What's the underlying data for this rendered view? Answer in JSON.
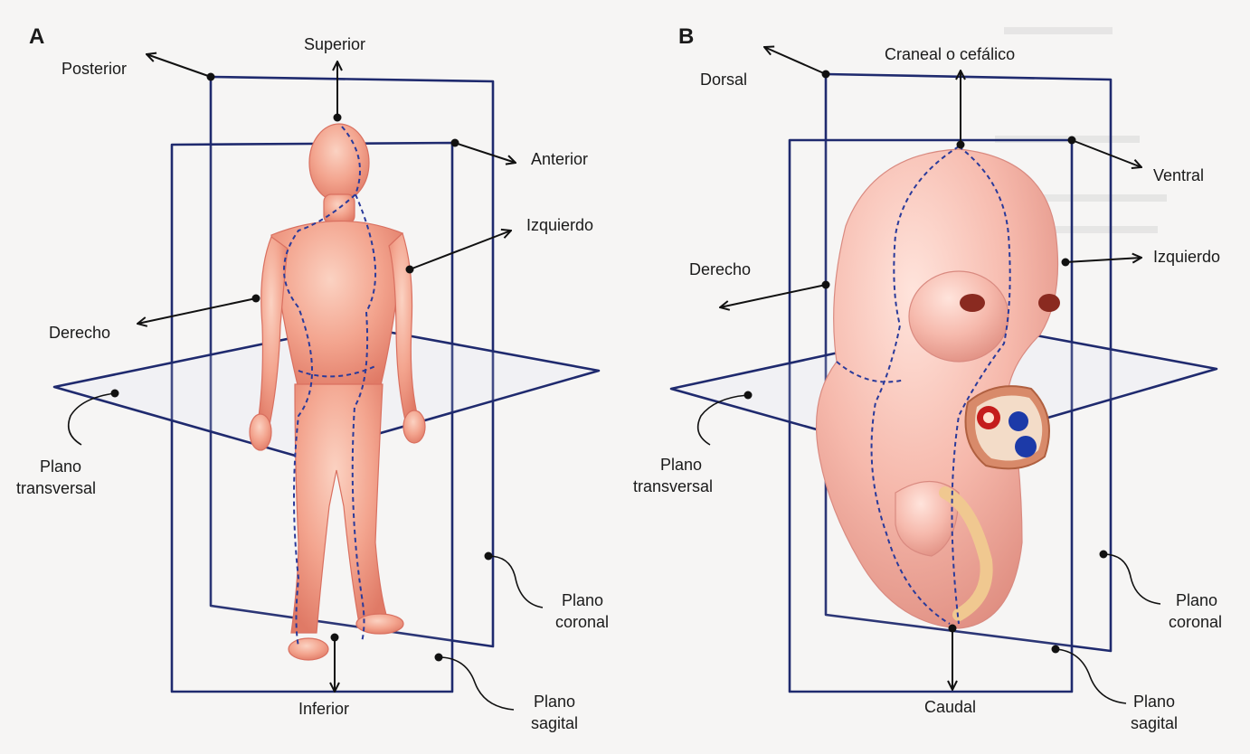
{
  "panel_a": {
    "letter": "A",
    "labels": {
      "superior": "Superior",
      "posterior": "Posterior",
      "anterior": "Anterior",
      "izquierdo": "Izquierdo",
      "derecho": "Derecho",
      "inferior": "Inferior",
      "plano_transversal_1": "Plano",
      "plano_transversal_2": "transversal",
      "plano_coronal_1": "Plano",
      "plano_coronal_2": "coronal",
      "plano_sagital_1": "Plano",
      "plano_sagital_2": "sagital"
    }
  },
  "panel_b": {
    "letter": "B",
    "labels": {
      "craneal": "Craneal o cefálico",
      "dorsal": "Dorsal",
      "ventral": "Ventral",
      "izquierdo": "Izquierdo",
      "derecho": "Derecho",
      "caudal": "Caudal",
      "plano_transversal_1": "Plano",
      "plano_transversal_2": "transversal",
      "plano_coronal_1": "Plano",
      "plano_coronal_2": "coronal",
      "plano_sagital_1": "Plano",
      "plano_sagital_2": "sagital"
    }
  },
  "colors": {
    "plane_stroke": "#1f2a6e",
    "midline_dash": "#2a3a9a",
    "skin": "#f3a48e"
  }
}
